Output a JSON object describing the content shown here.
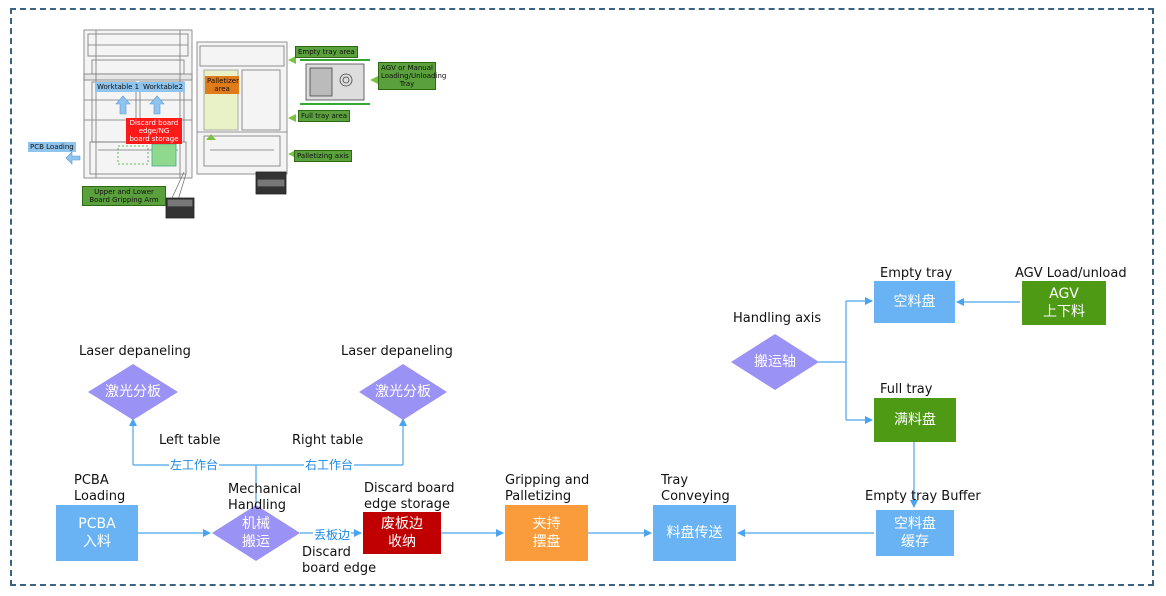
{
  "colors": {
    "blue_node": "#69b3f5",
    "green_node": "#4e9a14",
    "red_node": "#c00000",
    "orange_node": "#fb9c3c",
    "diamond": "#9b92f5",
    "arrow": "#4aa3ee",
    "frame": "#3a6382"
  },
  "machine": {
    "worktable1": "Worktable 1",
    "worktable2": "Worktable2",
    "discard_storage": "Discard board edge/NG board storage",
    "pcb_loading": "PCB Loading",
    "gripping_arm": "Upper and Lower Board Gripping Arm",
    "palletizer_area": "Palletizer area",
    "empty_tray_area": "Empty tray area",
    "agv_manual": "AGV or Manual Loading/Unloading Tray",
    "full_tray_area": "Full tray area",
    "palletizing_axis": "Palletizing axis"
  },
  "flow": {
    "pcba_loading_label": "PCBA Loading",
    "pcba_node_line1": "PCBA",
    "pcba_node_line2": "入料",
    "mech_label": "Mechanical Handling",
    "mech_line1": "机械",
    "mech_line2": "搬运",
    "laser_left_label": "Laser depaneling",
    "laser_left_node": "激光分板",
    "laser_right_label": "Laser depaneling",
    "laser_right_node": "激光分板",
    "left_table_label": "Left table",
    "left_table_edge": "左工作台",
    "right_table_label": "Right table",
    "right_table_edge": "右工作台",
    "discard_edge_cn": "丢板边",
    "discard_edge_en": "Discard board edge",
    "discard_storage_label": "Discard board edge storage",
    "discard_node_line1": "废板边",
    "discard_node_line2": "收纳",
    "grip_label": "Gripping and Palletizing",
    "grip_line1": "夹持",
    "grip_line2": "摆盘",
    "tray_conv_label": "Tray Conveying",
    "tray_conv_node": "料盘传送",
    "empty_buffer_label": "Empty tray Buffer",
    "empty_buffer_line1": "空料盘",
    "empty_buffer_line2": "缓存",
    "full_tray_label": "Full tray",
    "full_tray_node": "满料盘",
    "handling_axis_label": "Handling axis",
    "handling_axis_node": "搬运轴",
    "empty_tray_label": "Empty tray",
    "empty_tray_node": "空料盘",
    "agv_label": "AGV Load/unload",
    "agv_line1": "AGV",
    "agv_line2": "上下料"
  }
}
